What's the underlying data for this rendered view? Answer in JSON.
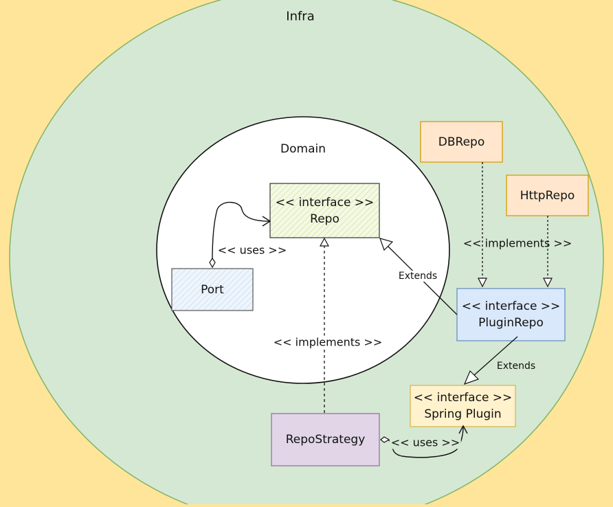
{
  "colors": {
    "background": "#ffe599",
    "infra_fill": "#d5e8d4",
    "infra_stroke": "#82b366",
    "domain_fill": "#ffffff",
    "repo_fill": "#eef5d6",
    "port_fill": "#e8f1fa",
    "plugin_repo_fill": "#dae8fc",
    "plugin_repo_stroke": "#6c8ebf",
    "orange_fill": "#ffe6cc",
    "orange_stroke": "#d79b00",
    "spring_fill": "#fff2cc",
    "spring_stroke": "#d6b656",
    "strategy_fill": "#e1d5e7",
    "strategy_stroke": "#9673a6"
  },
  "labels": {
    "infra": "Infra",
    "domain": "Domain",
    "uses_top": "<< uses >>",
    "implements_domain": "<< implements >>",
    "implements_right": "<< implements >>",
    "extends_top": "Extends",
    "extends_bottom": "Extends",
    "uses_bottom": "<< uses >>"
  },
  "boxes": {
    "repo": {
      "line1": "<< interface >>",
      "line2": "Repo"
    },
    "port": {
      "line1": "Port"
    },
    "db_repo": {
      "line1": "DBRepo"
    },
    "http_repo": {
      "line1": "HttpRepo"
    },
    "plugin_repo": {
      "line1": "<< interface >>",
      "line2": "PluginRepo"
    },
    "spring_plugin": {
      "line1": "<< interface >>",
      "line2": "Spring Plugin"
    },
    "repo_strategy": {
      "line1": "RepoStrategy"
    }
  }
}
